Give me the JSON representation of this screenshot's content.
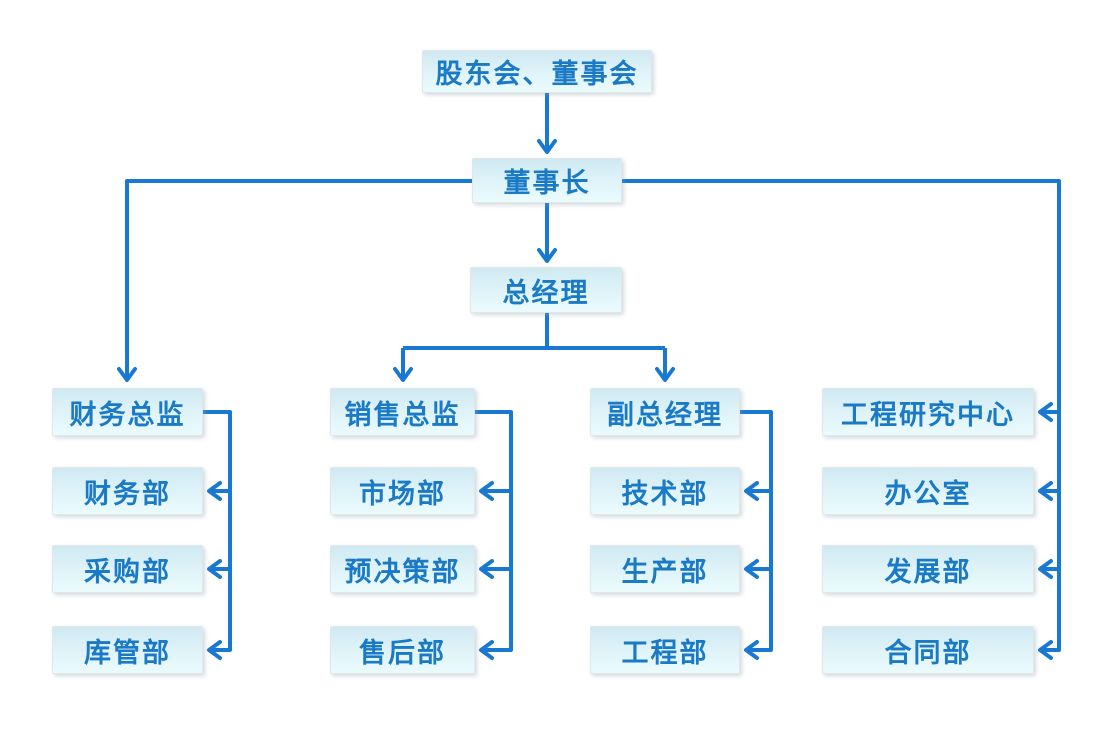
{
  "diagram": {
    "type": "org-chart",
    "levels": {
      "board": "股东会、董事会",
      "chairman": "董事长",
      "general_manager": "总经理"
    },
    "groups": [
      {
        "head": "财务总监",
        "children": [
          "财务部",
          "采购部",
          "库管部"
        ]
      },
      {
        "head": "销售总监",
        "children": [
          "市场部",
          "预决策部",
          "售后部"
        ]
      },
      {
        "head": "副总经理",
        "children": [
          "技术部",
          "生产部",
          "工程部"
        ]
      },
      {
        "head": "工程研究中心",
        "children": [
          "办公室",
          "发展部",
          "合同部"
        ]
      }
    ],
    "colors": {
      "connector": "#1878d2",
      "node_text": "#1b7ac6",
      "node_bg_top": "#cfe9f2",
      "node_bg_bottom": "#eafbfd"
    }
  }
}
